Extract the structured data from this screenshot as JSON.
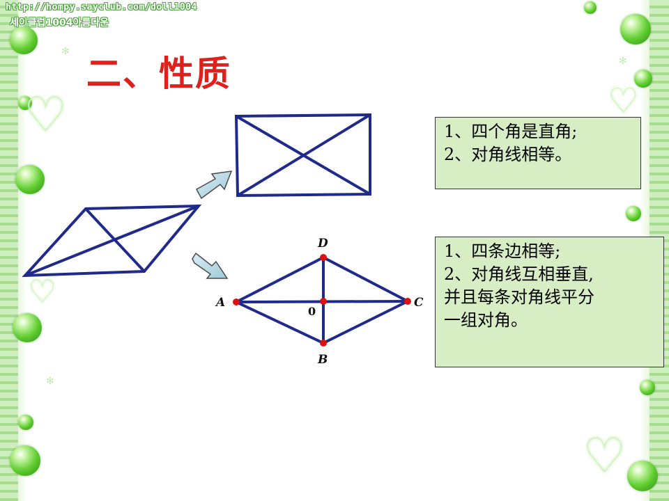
{
  "header": {
    "url_text": "http://hompy.sayclub.com/doll1004",
    "tagline": "세이클럽1004아름다운"
  },
  "slide": {
    "title": "二、性质"
  },
  "rhombus_labels": {
    "A": "A",
    "B": "B",
    "C": "C",
    "D": "D",
    "O": "0"
  },
  "rectangle_props": {
    "line1": "1、四个角是直角;",
    "line2": "2、对角线相等。"
  },
  "rhombus_props": {
    "line1": "1、四条边相等;",
    "line2": "2、对角线互相垂直,",
    "line3": "并且每条对角线平分",
    "line4": "一组对角。"
  },
  "colors": {
    "title": "#e0201c",
    "figure_stroke": "#1f2a8a",
    "point": "#dd1111",
    "box_fill": "#d7edc4",
    "arrow_fill": "#b7dbe6"
  }
}
